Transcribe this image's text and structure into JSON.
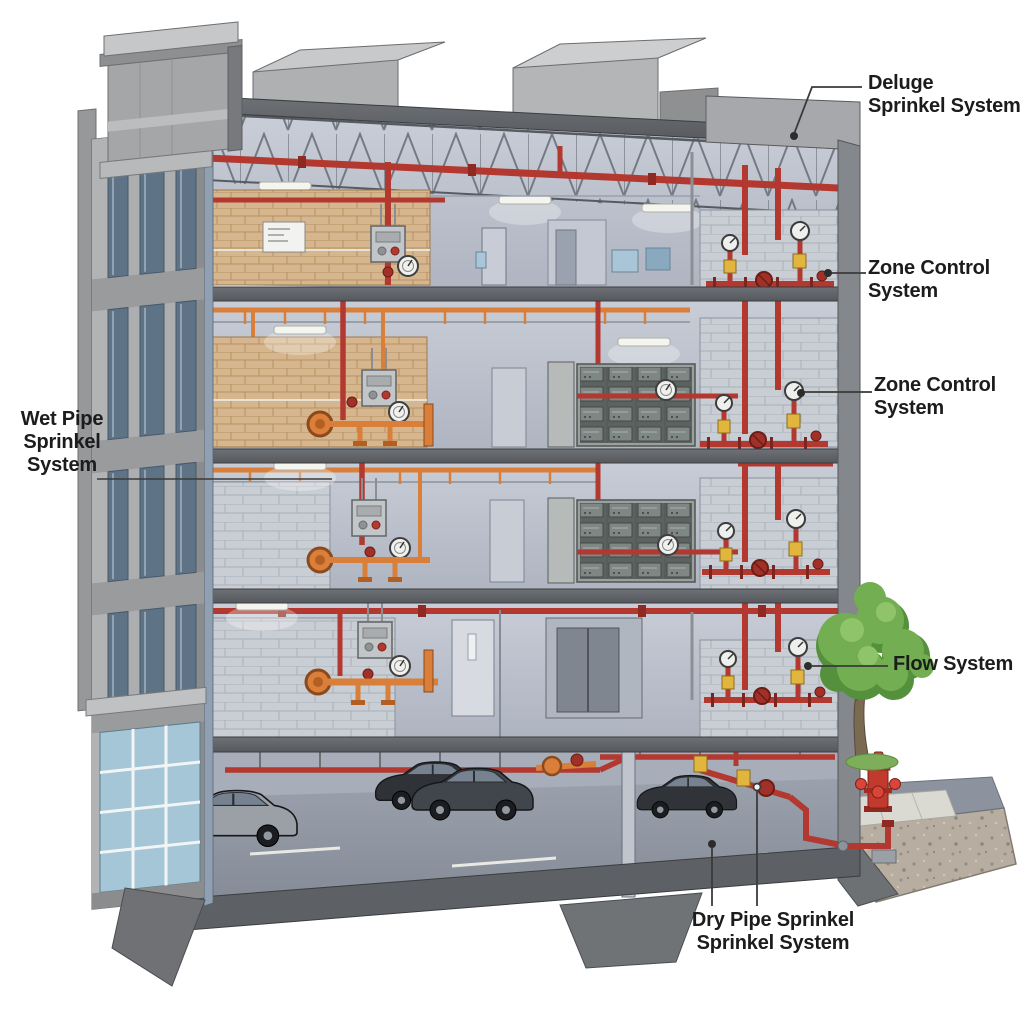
{
  "labels": {
    "deluge": {
      "text": "Deluge\nSprinkel System"
    },
    "zone_control_1": {
      "text": "Zone Control\nSystem"
    },
    "zone_control_2": {
      "text": "Zone Control\nSystem"
    },
    "wet_pipe": {
      "text": "Wet Pipe\nSprinkel\nSystem"
    },
    "flow": {
      "text": "Flow System"
    },
    "dry_pipe": {
      "text": "Dry Pipe Sprinkel\nSprinkel System"
    }
  },
  "palette": {
    "pipe_red": "#b23830",
    "pipe_orange": "#d97f3a",
    "valve_yellow": "#e2b53e",
    "brick_tan": "#d6b68e",
    "hydrant_red": "#c23a2e",
    "tree_green": "#74ae52",
    "slab_gray": "#606366",
    "leader_line": "#3a3a3a",
    "label_ink": "#1c1c1c"
  }
}
